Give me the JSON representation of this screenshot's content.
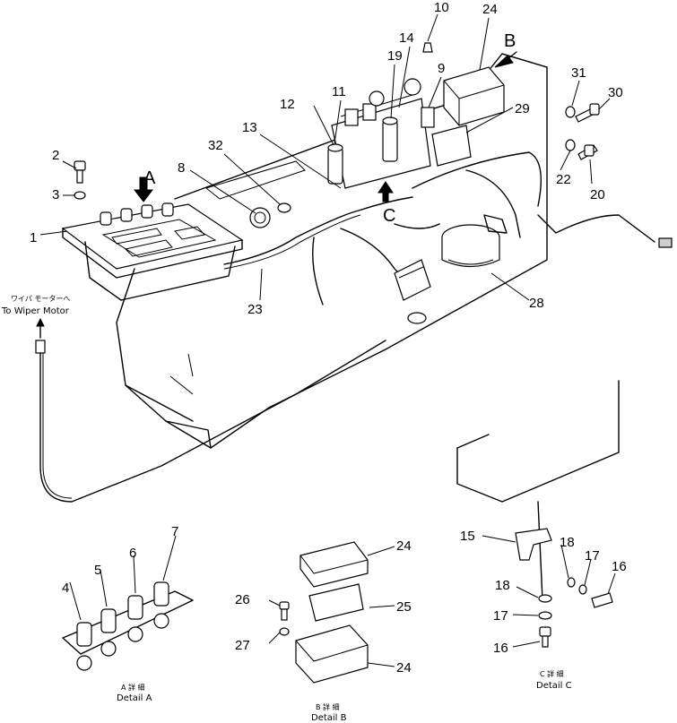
{
  "part_numbers": {
    "n1": "1",
    "n2": "2",
    "n3": "3",
    "n4": "4",
    "n5": "5",
    "n6": "6",
    "n7": "7",
    "n8": "8",
    "n9": "9",
    "n10": "10",
    "n11": "11",
    "n12": "12",
    "n13": "13",
    "n14": "14",
    "n15": "15",
    "n16a": "16",
    "n16b": "16",
    "n17a": "17",
    "n17b": "17",
    "n18a": "18",
    "n18b": "18",
    "n19": "19",
    "n20": "20",
    "n22": "22",
    "n23": "23",
    "n24a": "24",
    "n24b": "24",
    "n24c": "24",
    "n25": "25",
    "n26": "26",
    "n27": "27",
    "n28": "28",
    "n29": "29",
    "n30": "30",
    "n31": "31",
    "n32": "32"
  },
  "view_markers": {
    "a": "A",
    "b": "B",
    "c": "C"
  },
  "callouts": {
    "wiper_motor_jp": "ワイパ モーターへ",
    "wiper_motor_en": "To Wiper Motor"
  },
  "details": {
    "a_jp": "A 詳 細",
    "a_en": "Detail A",
    "b_jp": "B 詳 細",
    "b_en": "Detail B",
    "c_jp": "C 詳 細",
    "c_en": "Detail C"
  }
}
